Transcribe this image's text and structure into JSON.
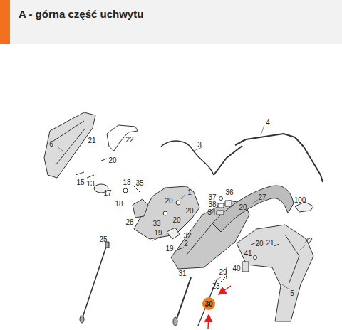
{
  "diagram": {
    "title": "A - górna część uchwytu",
    "nodes": [
      {
        "text": [
          "30"
        ]
      }
    ],
    "labels": [
      "4",
      "6",
      "21",
      "22",
      "20",
      "3",
      "1",
      "15",
      "13",
      "17",
      "18",
      "35",
      "18",
      "28",
      "37",
      "36",
      "38",
      "34",
      "20",
      "20",
      "20",
      "27",
      "100",
      "33",
      "20",
      "32",
      "19",
      "25",
      "19",
      "2",
      "20",
      "21",
      "22",
      "31",
      "29",
      "41",
      "40",
      "23",
      "5"
    ]
  }
}
